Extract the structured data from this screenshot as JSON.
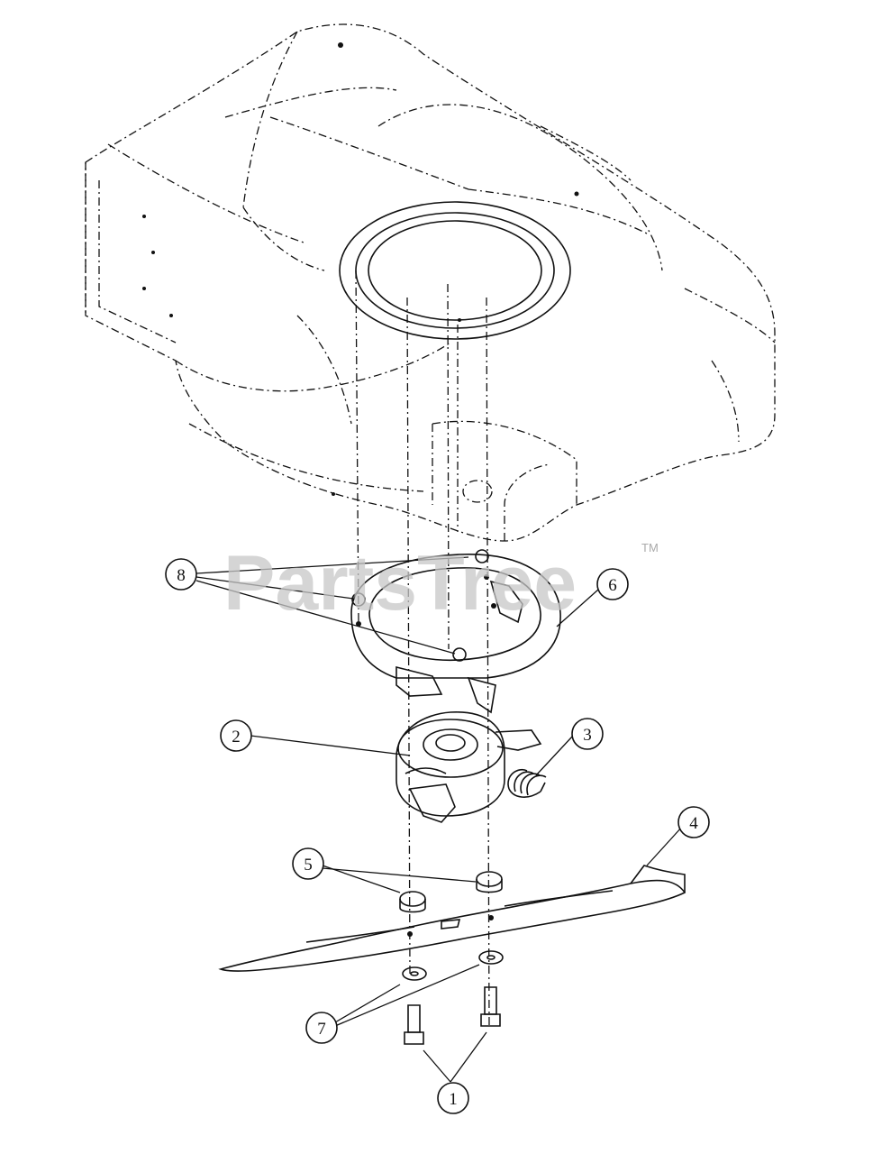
{
  "watermark": {
    "text": "PartsTree",
    "trademark": "TM"
  },
  "callouts": [
    {
      "id": "8",
      "label": "8"
    },
    {
      "id": "6",
      "label": "6"
    },
    {
      "id": "2",
      "label": "2"
    },
    {
      "id": "3",
      "label": "3"
    },
    {
      "id": "4",
      "label": "4"
    },
    {
      "id": "5",
      "label": "5"
    },
    {
      "id": "7",
      "label": "7"
    },
    {
      "id": "1",
      "label": "1"
    }
  ]
}
